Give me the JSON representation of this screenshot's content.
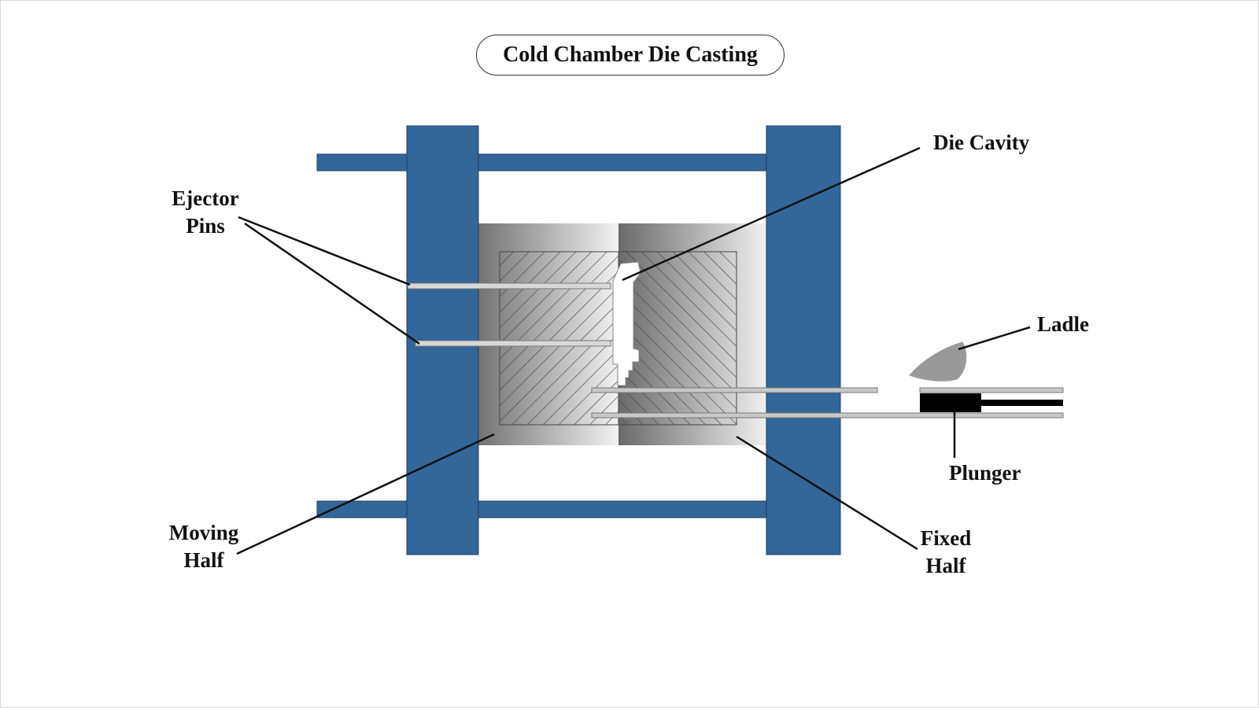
{
  "title": "Cold Chamber Die Casting",
  "labels": {
    "die_cavity": "Die Cavity",
    "ejector_pins": [
      "Ejector",
      "Pins"
    ],
    "ladle": "Ladle",
    "plunger": "Plunger",
    "moving_half": [
      "Moving",
      "Half"
    ],
    "fixed_half": [
      "Fixed",
      "Half"
    ]
  },
  "colors": {
    "frame": "#336699",
    "frame_stroke": "#1f3f60",
    "die_dark": "#6f6f6f",
    "die_light": "#f0f0f0",
    "hatch": "#444444",
    "leader": "#111111",
    "ladle": "#999999",
    "plunger": "#000000"
  }
}
